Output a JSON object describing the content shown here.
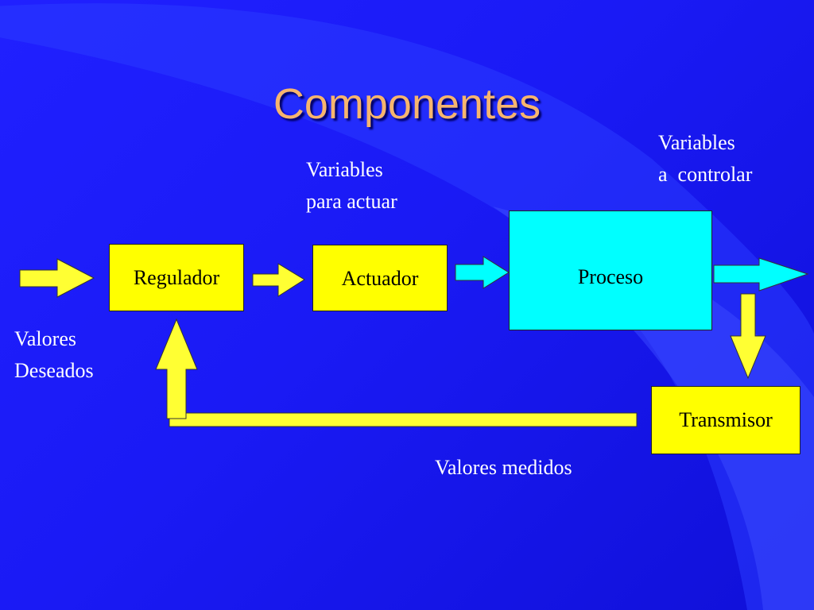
{
  "title": "Componentes",
  "blocks": {
    "regulador": "Regulador",
    "actuador": "Actuador",
    "proceso": "Proceso",
    "transmisor": "Transmisor"
  },
  "labels": {
    "variables_para_actuar": [
      "Variables",
      "para actuar"
    ],
    "variables_a_controlar": [
      "Variables",
      "a  controlar"
    ],
    "valores_deseados": [
      "Valores",
      "Deseados"
    ],
    "valores_medidos": "Valores medidos"
  },
  "colors": {
    "background": "#1a1aff",
    "title": "#f7b56e",
    "block_yellow": "#ffff00",
    "block_cyan": "#00ffff",
    "arrow_yellow": "#ffff33",
    "arrow_cyan": "#00ffff"
  }
}
